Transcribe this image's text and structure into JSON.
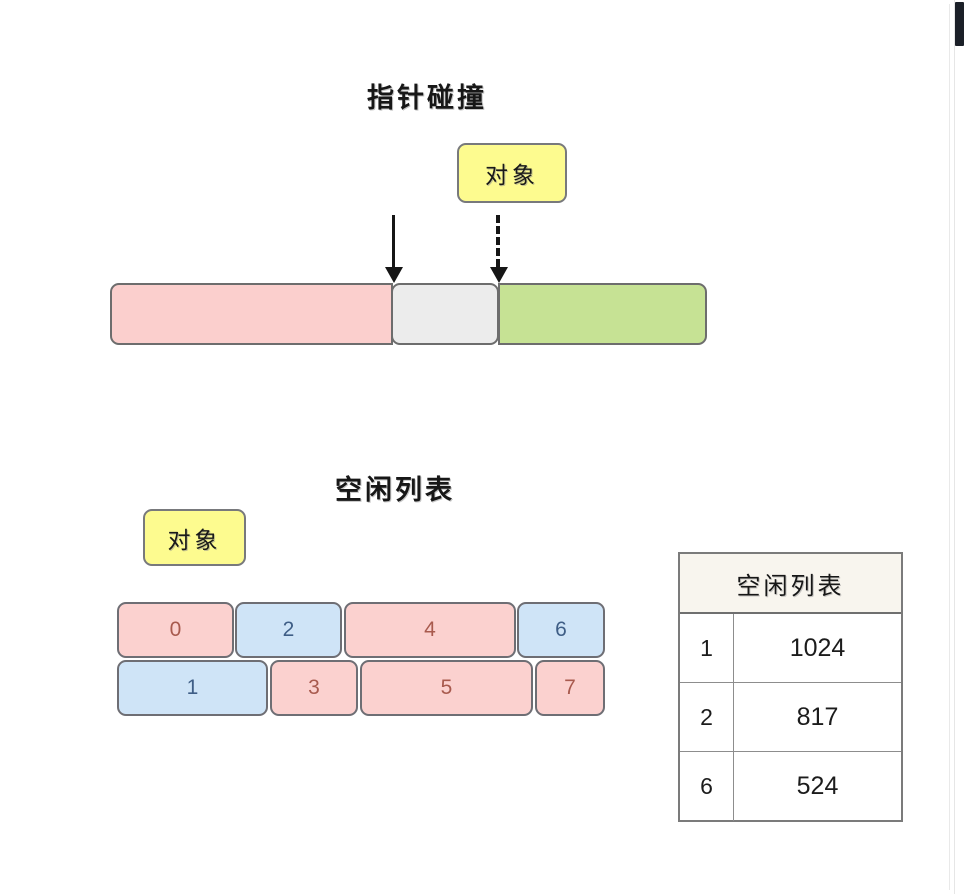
{
  "diagram": {
    "sections": {
      "pointer_bump": {
        "title": "指针碰撞",
        "object_label": "对象",
        "bar_segments": [
          {
            "name": "used",
            "color": "#fbcfcd"
          },
          {
            "name": "gap",
            "color": "#ececec"
          },
          {
            "name": "free",
            "color": "#c6e294"
          }
        ],
        "arrows": [
          {
            "name": "pointer-arrow",
            "style": "solid"
          },
          {
            "name": "object-arrow",
            "style": "dashed"
          }
        ]
      },
      "free_list": {
        "title": "空闲列表",
        "object_label": "对象",
        "blocks_row1": [
          {
            "label": "0",
            "color": "pink"
          },
          {
            "label": "2",
            "color": "blue"
          },
          {
            "label": "4",
            "color": "pink"
          },
          {
            "label": "6",
            "color": "blue"
          }
        ],
        "blocks_row2": [
          {
            "label": "1",
            "color": "blue"
          },
          {
            "label": "3",
            "color": "pink"
          },
          {
            "label": "5",
            "color": "pink"
          },
          {
            "label": "7",
            "color": "pink"
          }
        ],
        "table": {
          "header": "空闲列表",
          "rows": [
            {
              "index": "1",
              "size": "1024"
            },
            {
              "index": "2",
              "size": "817"
            },
            {
              "index": "6",
              "size": "524"
            }
          ]
        }
      }
    }
  },
  "colors": {
    "pink": "#fbd1cf",
    "blue": "#cfe4f7",
    "green": "#c6e294",
    "gray": "#ececec",
    "yellow": "#fdfb8f",
    "stroke": "#6e6e74"
  }
}
